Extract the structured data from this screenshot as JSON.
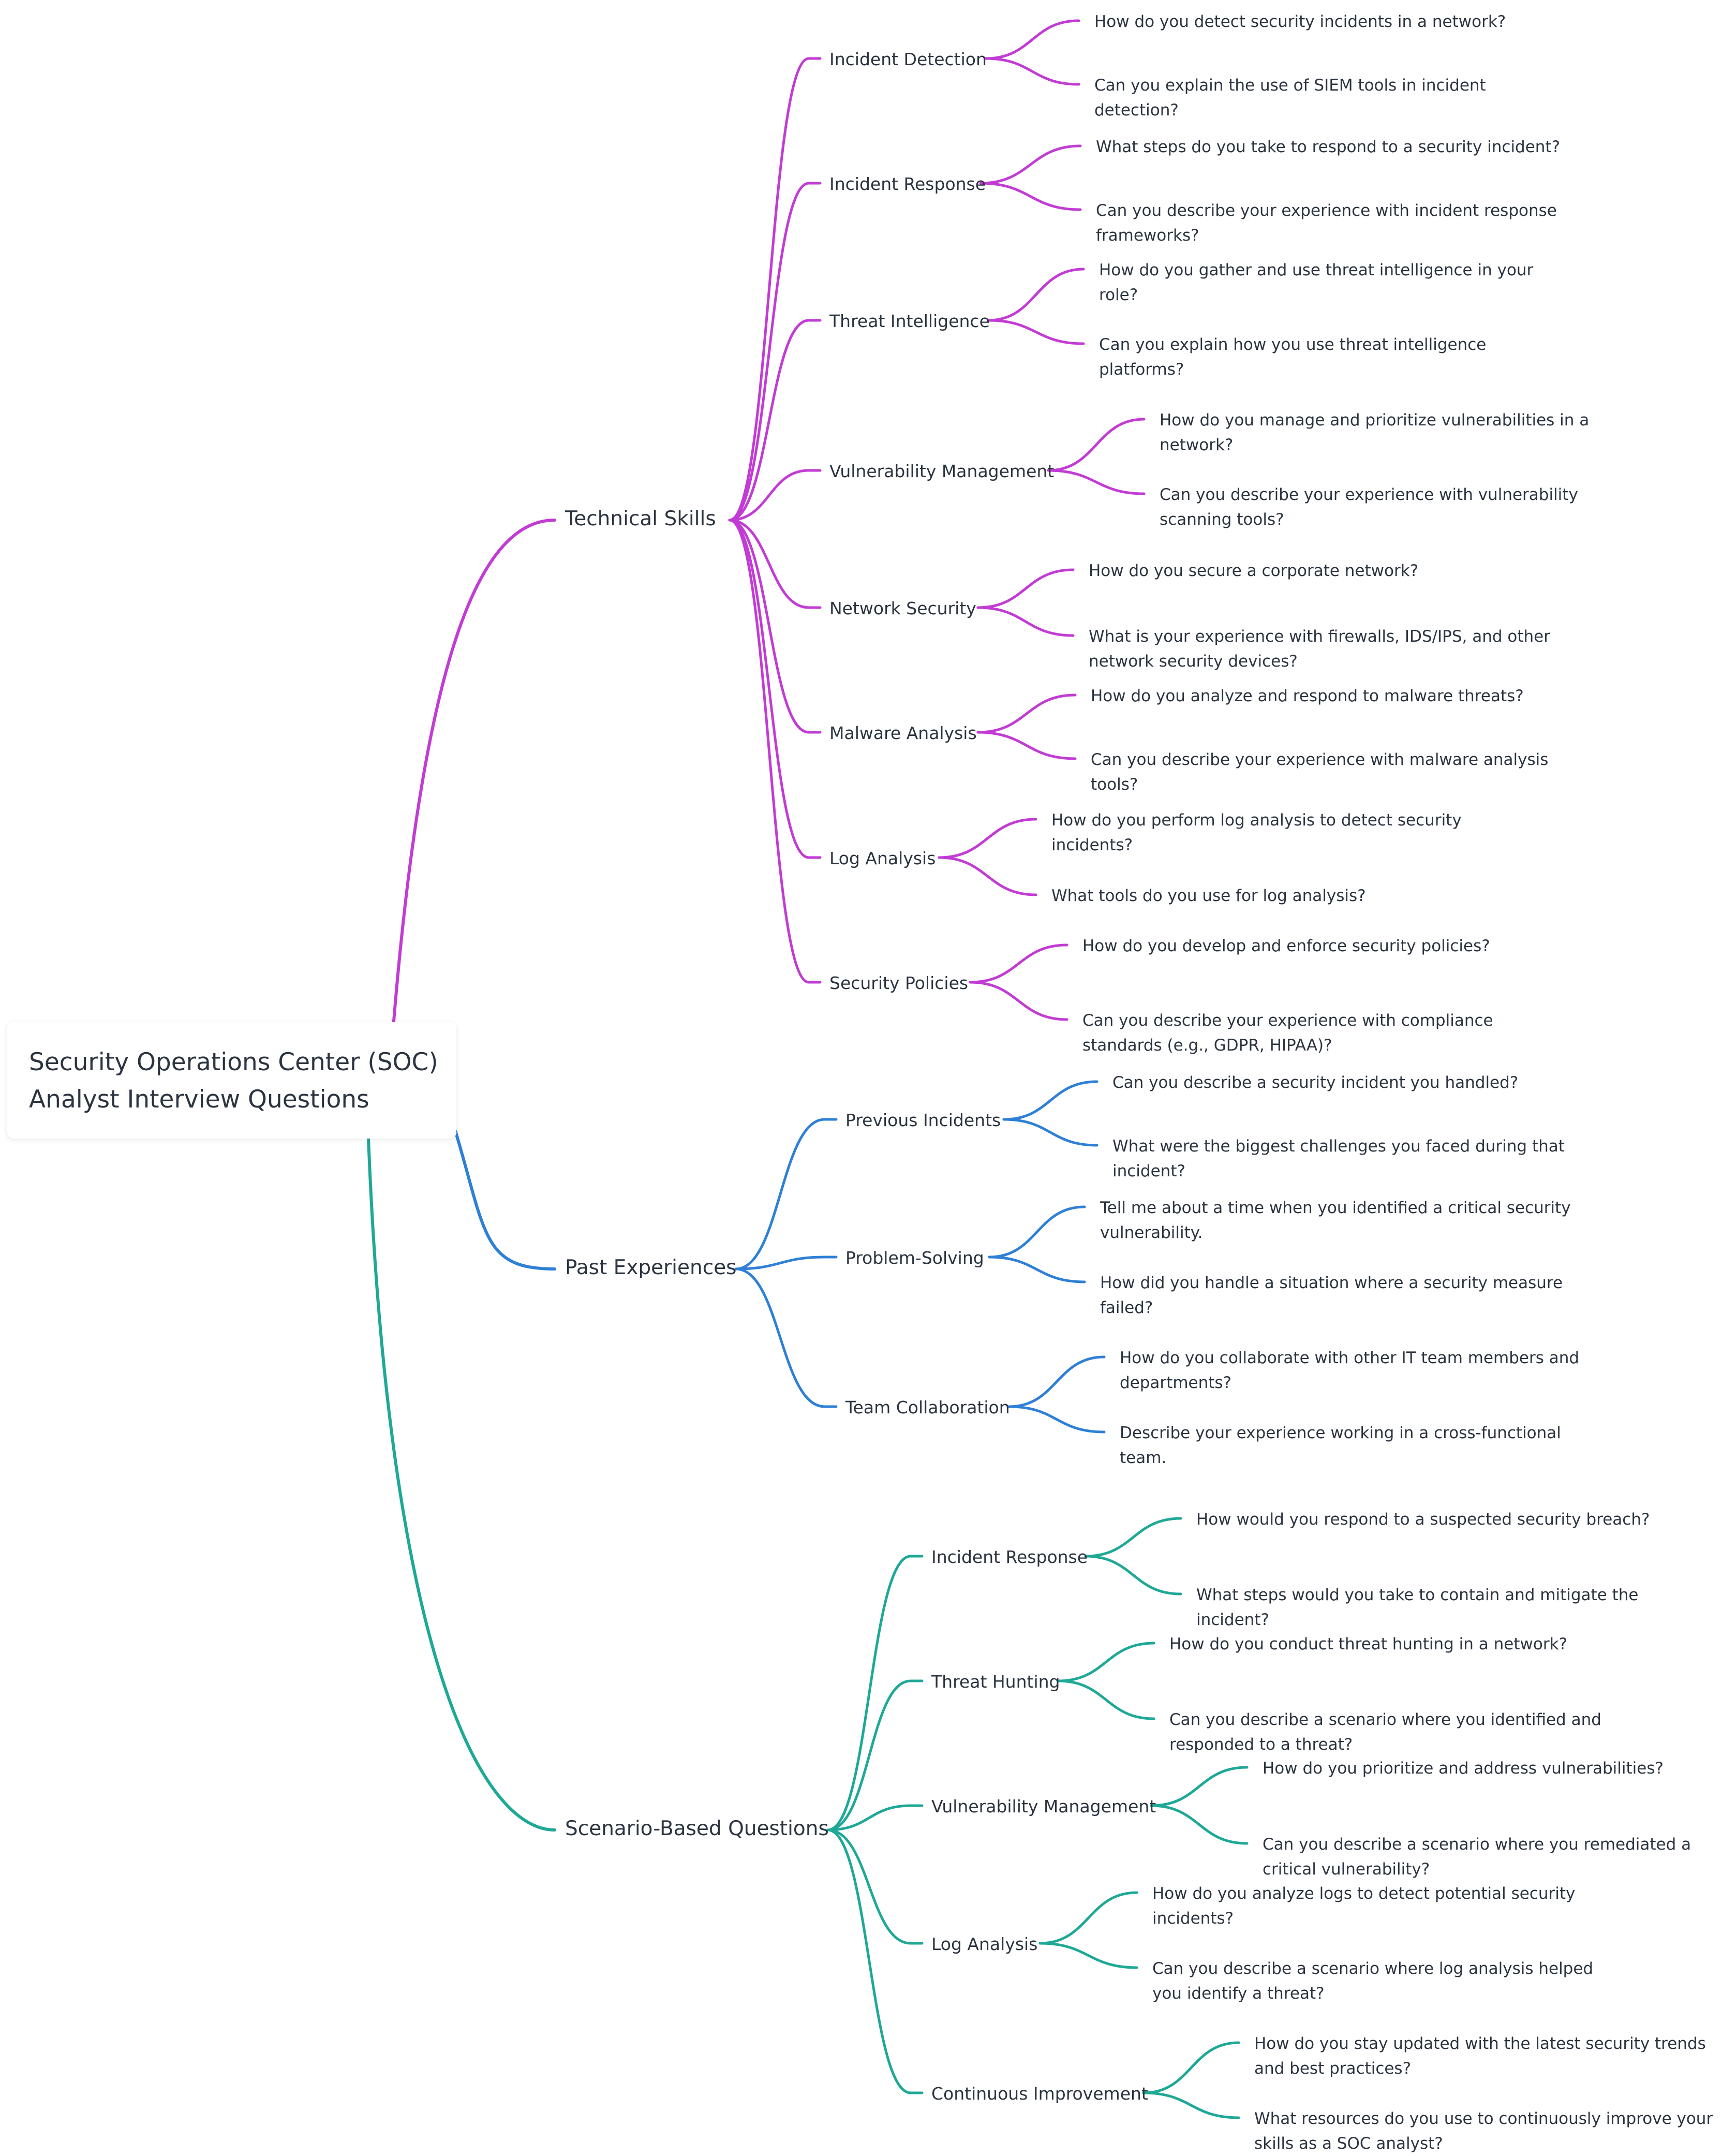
{
  "root": {
    "title": "Security Operations Center (SOC)\nAnalyst Interview Questions"
  },
  "colors": {
    "technical": "#c23bd4",
    "experience": "#2e7fd6",
    "scenario": "#1ea896",
    "text": "#2b3440"
  },
  "branches": [
    {
      "label": "Technical Skills",
      "color_key": "technical",
      "children": [
        {
          "label": "Incident Detection",
          "questions": [
            "How do you detect security incidents in a network?",
            "Can you explain the use of SIEM tools in incident\ndetection?"
          ]
        },
        {
          "label": "Incident Response",
          "questions": [
            "What steps do you take to respond to a security incident?",
            "Can you describe your experience with incident response\nframeworks?"
          ]
        },
        {
          "label": "Threat Intelligence",
          "questions": [
            "How do you gather and use threat intelligence in your\nrole?",
            "Can you explain how you use threat intelligence\nplatforms?"
          ]
        },
        {
          "label": "Vulnerability Management",
          "questions": [
            "How do you manage and prioritize vulnerabilities in a\nnetwork?",
            "Can you describe your experience with vulnerability\nscanning tools?"
          ]
        },
        {
          "label": "Network Security",
          "questions": [
            "How do you secure a corporate network?",
            "What is your experience with firewalls, IDS/IPS, and other\nnetwork security devices?"
          ]
        },
        {
          "label": "Malware Analysis",
          "questions": [
            "How do you analyze and respond to malware threats?",
            "Can you describe your experience with malware analysis\ntools?"
          ]
        },
        {
          "label": "Log Analysis",
          "questions": [
            "How do you perform log analysis to detect security\nincidents?",
            "What tools do you use for log analysis?"
          ]
        },
        {
          "label": "Security Policies",
          "questions": [
            "How do you develop and enforce security policies?",
            "Can you describe your experience with compliance\nstandards (e.g., GDPR, HIPAA)?"
          ]
        }
      ]
    },
    {
      "label": "Past Experiences",
      "color_key": "experience",
      "children": [
        {
          "label": "Previous Incidents",
          "questions": [
            "Can you describe a security incident you handled?",
            "What were the biggest challenges you faced during that\nincident?"
          ]
        },
        {
          "label": "Problem-Solving",
          "questions": [
            "Tell me about a time when you identified a critical security\nvulnerability.",
            "How did you handle a situation where a security measure\nfailed?"
          ]
        },
        {
          "label": "Team Collaboration",
          "questions": [
            "How do you collaborate with other IT team members and\ndepartments?",
            "Describe your experience working in a cross-functional\nteam."
          ]
        }
      ]
    },
    {
      "label": "Scenario-Based Questions",
      "color_key": "scenario",
      "children": [
        {
          "label": "Incident Response",
          "questions": [
            "How would you respond to a suspected security breach?",
            "What steps would you take to contain and mitigate the\nincident?"
          ]
        },
        {
          "label": "Threat Hunting",
          "questions": [
            "How do you conduct threat hunting in a network?",
            "Can you describe a scenario where you identified and\nresponded to a threat?"
          ]
        },
        {
          "label": "Vulnerability Management",
          "questions": [
            "How do you prioritize and address vulnerabilities?",
            "Can you describe a scenario where you remediated a\ncritical vulnerability?"
          ]
        },
        {
          "label": "Log Analysis",
          "questions": [
            "How do you analyze logs to detect potential security\nincidents?",
            "Can you describe a scenario where log analysis helped\nyou identify a threat?"
          ]
        },
        {
          "label": "Continuous Improvement",
          "questions": [
            "How do you stay updated with the latest security trends\nand best practices?",
            "What resources do you use to continuously improve your\nskills as a SOC analyst?"
          ]
        }
      ]
    }
  ]
}
